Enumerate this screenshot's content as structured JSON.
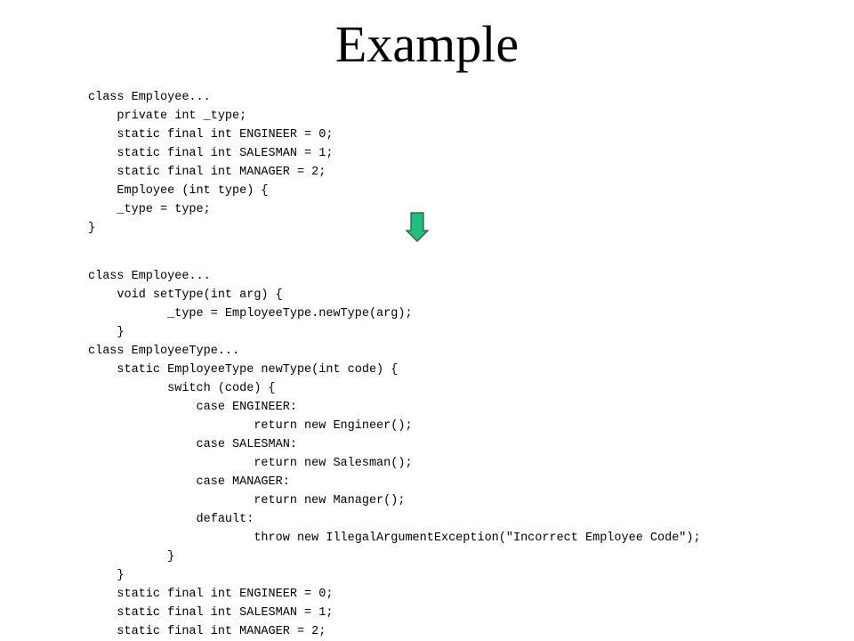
{
  "slide": {
    "title": "Example"
  },
  "code_before": [
    "class Employee...",
    "    private int _type;",
    "    static final int ENGINEER = 0;",
    "    static final int SALESMAN = 1;",
    "    static final int MANAGER = 2;",
    "    Employee (int type) {",
    "    _type = type;",
    "}"
  ],
  "code_after": [
    "class Employee...",
    "    void setType(int arg) {",
    "           _type = EmployeeType.newType(arg);",
    "    }",
    "class EmployeeType...",
    "    static EmployeeType newType(int code) {",
    "           switch (code) {",
    "               case ENGINEER:",
    "                       return new Engineer();",
    "               case SALESMAN:",
    "                       return new Salesman();",
    "               case MANAGER:",
    "                       return new Manager();",
    "               default:",
    "                       throw new IllegalArgumentException(\"Incorrect Employee Code\");",
    "           }",
    "    }",
    "    static final int ENGINEER = 0;",
    "    static final int SALESMAN = 1;",
    "    static final int MANAGER = 2;"
  ],
  "icons": {
    "arrow": "arrow-down-icon"
  },
  "colors": {
    "arrow_fill": "#1fbf7f",
    "arrow_stroke": "#2f4f3f"
  }
}
